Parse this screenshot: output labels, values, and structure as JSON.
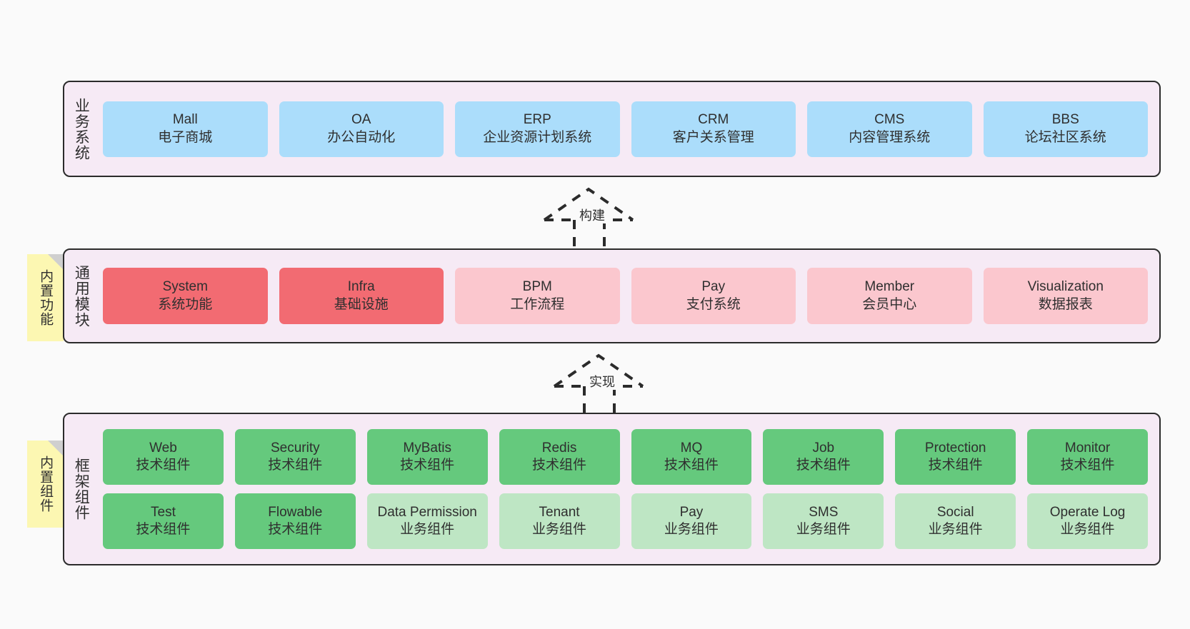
{
  "diagram": {
    "title": "",
    "background": "#FAFAFA",
    "panel_bg": "#F6EAF5",
    "panel_border": "#2B2B2B"
  },
  "colors": {
    "blue": "#ABDDFB",
    "red": "#F26B72",
    "pink": "#FBC7CE",
    "green": "#65C97D",
    "green_light": "#BEE6C4",
    "note_yellow": "#FCF7B2",
    "fold_gray": "#CFCFCF"
  },
  "layers": [
    {
      "id": "business-system",
      "title": "业务系统",
      "note": null,
      "rows": [
        {
          "items": [
            {
              "name": "Mall",
              "desc": "电子商城",
              "color": "#ABDDFB"
            },
            {
              "name": "OA",
              "desc": "办公自动化",
              "color": "#ABDDFB"
            },
            {
              "name": "ERP",
              "desc": "企业资源计划系统",
              "color": "#ABDDFB"
            },
            {
              "name": "CRM",
              "desc": "客户关系管理",
              "color": "#ABDDFB"
            },
            {
              "name": "CMS",
              "desc": "内容管理系统",
              "color": "#ABDDFB"
            },
            {
              "name": "BBS",
              "desc": "论坛社区系统",
              "color": "#ABDDFB"
            }
          ]
        }
      ]
    },
    {
      "id": "common-module",
      "title": "通用模块",
      "note": "内置功能",
      "rows": [
        {
          "items": [
            {
              "name": "System",
              "desc": "系统功能",
              "color": "#F26B72"
            },
            {
              "name": "Infra",
              "desc": "基础设施",
              "color": "#F26B72"
            },
            {
              "name": "BPM",
              "desc": "工作流程",
              "color": "#FBC7CE"
            },
            {
              "name": "Pay",
              "desc": "支付系统",
              "color": "#FBC7CE"
            },
            {
              "name": "Member",
              "desc": "会员中心",
              "color": "#FBC7CE"
            },
            {
              "name": "Visualization",
              "desc": "数据报表",
              "color": "#FBC7CE"
            }
          ]
        }
      ]
    },
    {
      "id": "framework-component",
      "title": "框架组件",
      "note": "内置组件",
      "rows": [
        {
          "items": [
            {
              "name": "Web",
              "desc": "技术组件",
              "color": "#65C97D"
            },
            {
              "name": "Security",
              "desc": "技术组件",
              "color": "#65C97D"
            },
            {
              "name": "MyBatis",
              "desc": "技术组件",
              "color": "#65C97D"
            },
            {
              "name": "Redis",
              "desc": "技术组件",
              "color": "#65C97D"
            },
            {
              "name": "MQ",
              "desc": "技术组件",
              "color": "#65C97D"
            },
            {
              "name": "Job",
              "desc": "技术组件",
              "color": "#65C97D"
            },
            {
              "name": "Protection",
              "desc": "技术组件",
              "color": "#65C97D"
            },
            {
              "name": "Monitor",
              "desc": "技术组件",
              "color": "#65C97D"
            }
          ]
        },
        {
          "items": [
            {
              "name": "Test",
              "desc": "技术组件",
              "color": "#65C97D"
            },
            {
              "name": "Flowable",
              "desc": "技术组件",
              "color": "#65C97D"
            },
            {
              "name": "Data Permission",
              "desc": "业务组件",
              "color": "#BEE6C4"
            },
            {
              "name": "Tenant",
              "desc": "业务组件",
              "color": "#BEE6C4"
            },
            {
              "name": "Pay",
              "desc": "业务组件",
              "color": "#BEE6C4"
            },
            {
              "name": "SMS",
              "desc": "业务组件",
              "color": "#BEE6C4"
            },
            {
              "name": "Social",
              "desc": "业务组件",
              "color": "#BEE6C4"
            },
            {
              "name": "Operate Log",
              "desc": "业务组件",
              "color": "#BEE6C4"
            }
          ]
        }
      ]
    }
  ],
  "connectors": [
    {
      "id": "build",
      "label": "构建",
      "style": "dashed-hollow-arrow-up",
      "from": "common-module",
      "to": "business-system"
    },
    {
      "id": "implement",
      "label": "实现",
      "style": "dashed-hollow-arrow-up",
      "from": "framework-component",
      "to": "common-module"
    }
  ]
}
